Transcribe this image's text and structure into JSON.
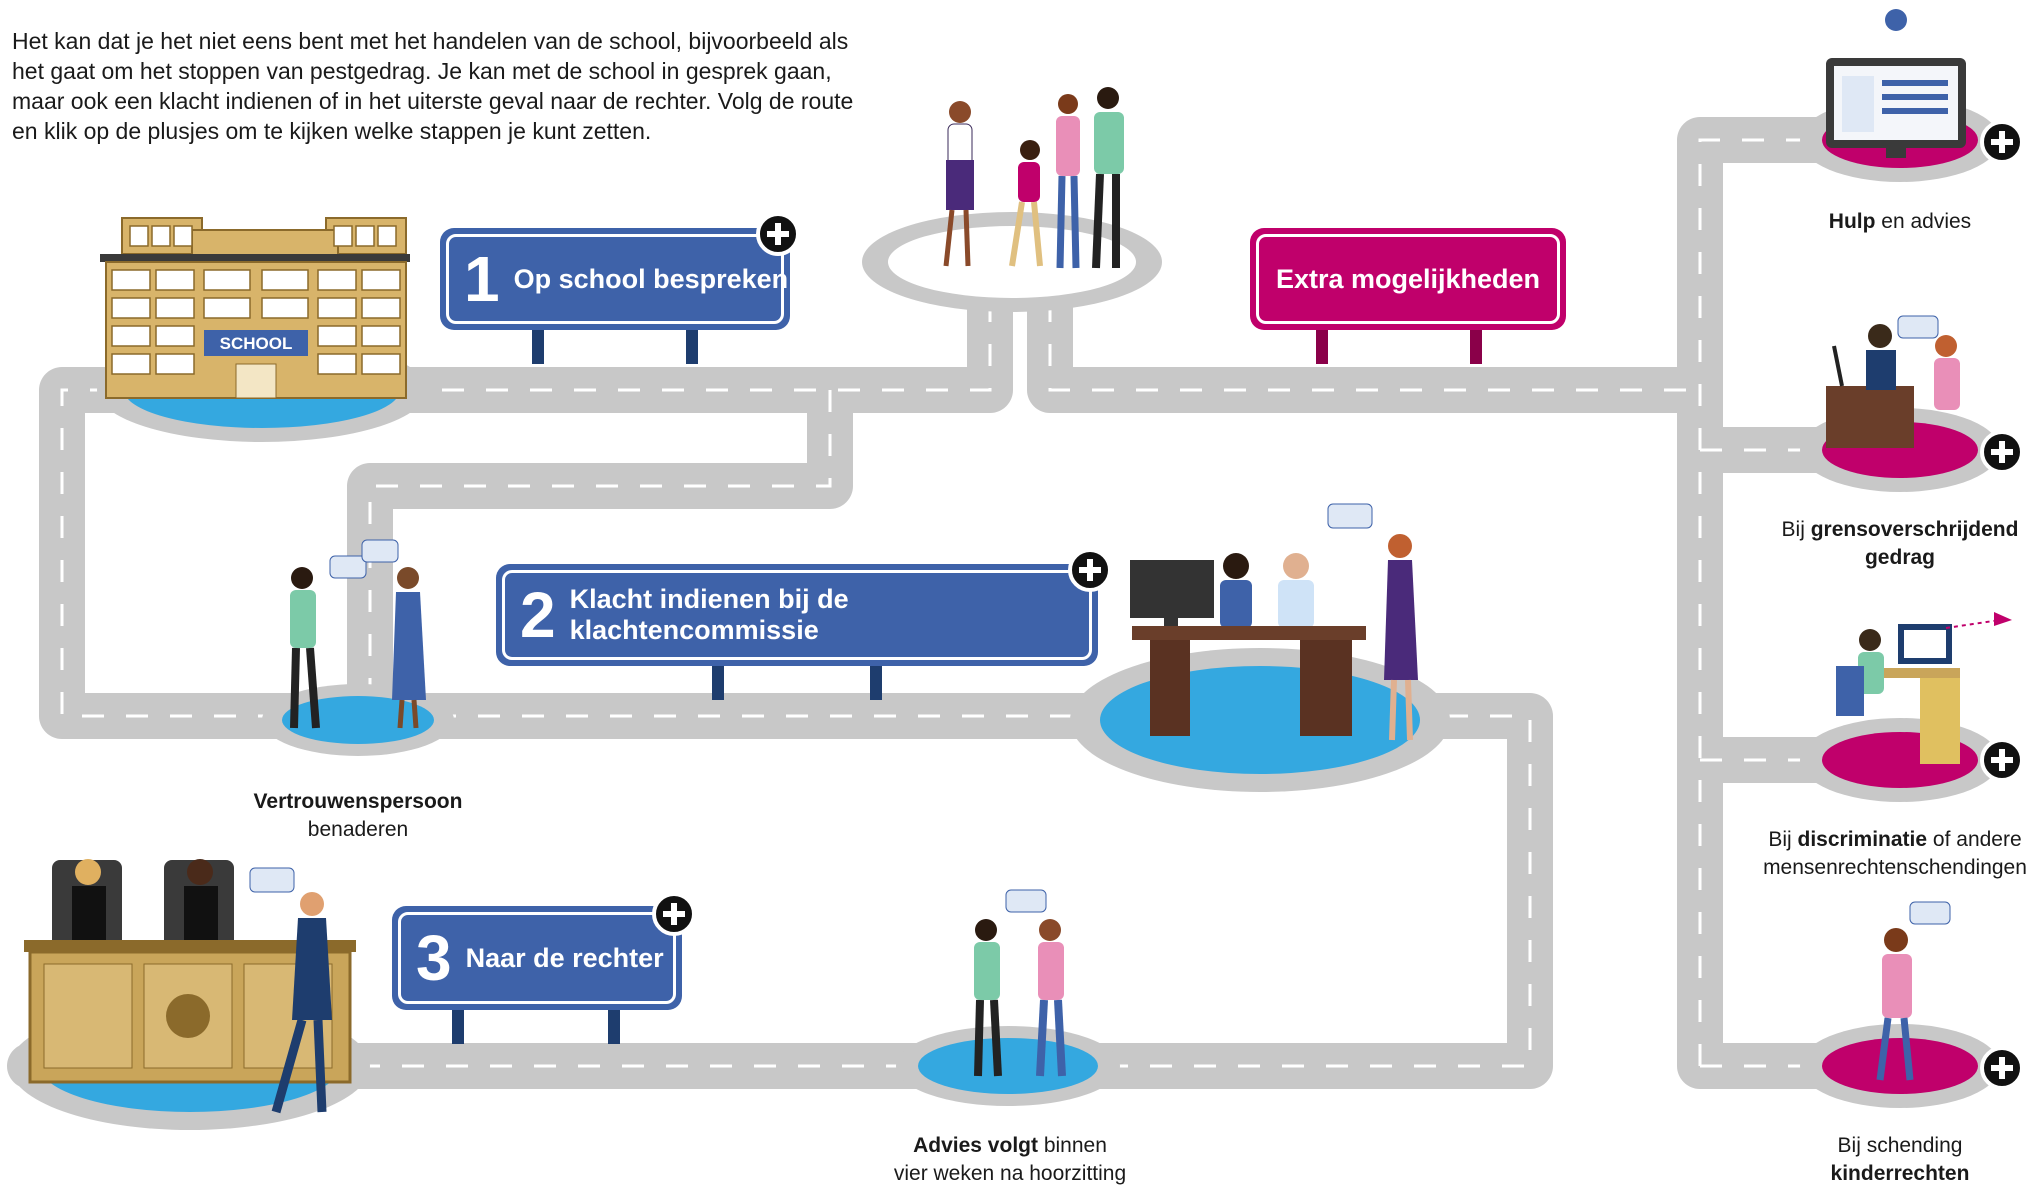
{
  "intro": "Het kan dat je het niet eens bent met het handelen van de school, bijvoorbeeld als het gaat om het stoppen van pestgedrag. Je kan met de school in gesprek gaan, maar ook een klacht indienen of in het uiterste geval naar de rechter. Volg de route en klik op de plusjes om te kijken welke stappen je kunt zetten.",
  "school_sign": "SCHOOL",
  "signs": {
    "step1": {
      "num": "1",
      "label": "Op school bespreken"
    },
    "step2": {
      "num": "2",
      "label": "Klacht indienen bij de klachtencommissie"
    },
    "step3": {
      "num": "3",
      "label": "Naar de rechter"
    },
    "extra": {
      "label": "Extra mogelijkheden"
    }
  },
  "labels": {
    "vertrouwen": {
      "bold": "Vertrouwenspersoon",
      "rest": "benaderen"
    },
    "advies": {
      "bold": "Advies volgt",
      "rest1": " binnen",
      "rest2": "vier weken na hoorzitting"
    },
    "hulp": {
      "bold": "Hulp",
      "rest": " en advies"
    },
    "grens": {
      "pre": "Bij ",
      "bold": "grensoverschrijdend",
      "bold2": "gedrag"
    },
    "discr": {
      "pre": "Bij ",
      "bold": "discriminatie",
      "rest": " of andere",
      "rest2": "mensenrechtenschendingen"
    },
    "kinder": {
      "pre": "Bij schending",
      "bold": "kinderrechten"
    }
  },
  "speech_dots": "• • •",
  "colors": {
    "road": "#c8c8c8",
    "blue": "#3e62a9",
    "pink": "#c0006b",
    "spot_blue": "#34a8e0"
  }
}
